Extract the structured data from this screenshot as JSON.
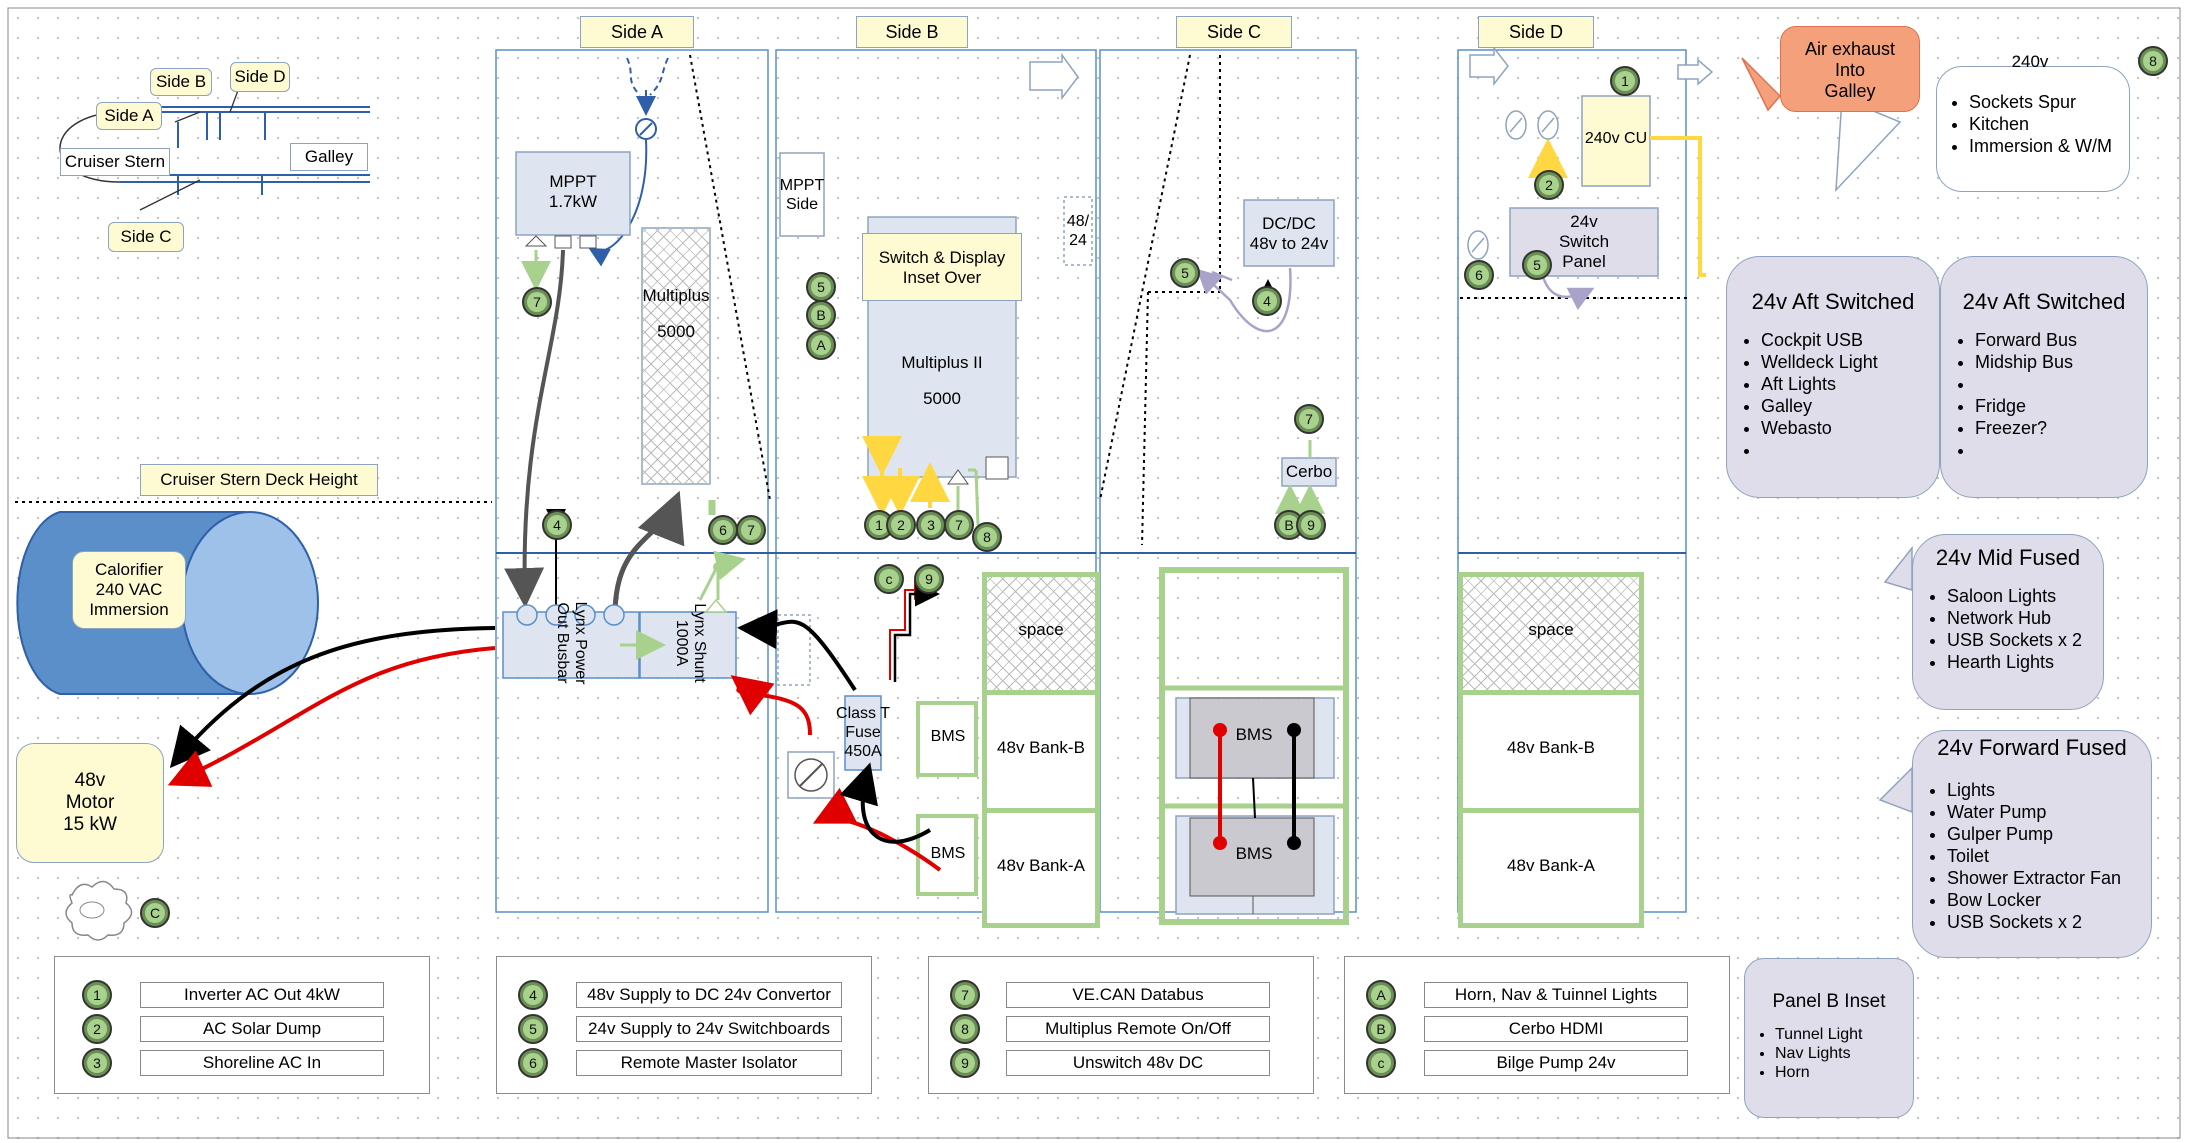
{
  "side_tabs": [
    "Side A",
    "Side B",
    "Side C",
    "Side D"
  ],
  "mini_map": {
    "labels": [
      "Side A",
      "Side B",
      "Side D",
      "Side C",
      "Cruiser Stern",
      "Galley"
    ]
  },
  "deck_height_label": "Cruiser Stern Deck Height",
  "calorifier": {
    "line1": "Calorifier",
    "line2": "240 VAC",
    "line3": "Immersion"
  },
  "motor": {
    "line1": "48v",
    "line2": "Motor",
    "line3": "15 kW"
  },
  "motor_badge": "C",
  "side_a": {
    "mppt": {
      "line1": "MPPT",
      "line2": "1.7kW"
    },
    "multiplus": {
      "line1": "Multiplus",
      "line2": "5000"
    },
    "lynx_power": "Lynx Power Out Busbar",
    "lynx_shunt": "Lynx Shunt 1000A",
    "badges": [
      "7",
      "4",
      "6",
      "7"
    ]
  },
  "side_b": {
    "mppt_side": {
      "line1": "MPPT",
      "line2": "Side"
    },
    "switch_display": {
      "line1": "Switch & Display",
      "line2": "Inset Over"
    },
    "multiplus2": {
      "line1": "Multiplus II",
      "line2": "5000"
    },
    "v48_24": {
      "line1": "48/",
      "line2": "24"
    },
    "left_badges": [
      "5",
      "B",
      "A"
    ],
    "bottom_badges": [
      "1",
      "2",
      "3",
      "7",
      "8"
    ],
    "bank_badges": [
      "c",
      "9"
    ],
    "class_t": {
      "line1": "Class T",
      "line2": "Fuse",
      "line3": "450A"
    },
    "bms": "BMS",
    "space": "space",
    "bank_b": "48v Bank-B",
    "bank_a": "48v Bank-A"
  },
  "side_c": {
    "dcdc": {
      "line1": "DC/DC",
      "line2": "48v to 24v"
    },
    "badges_top": [
      "5",
      "4"
    ],
    "cerbo": "Cerbo",
    "cerbo_badges": [
      "7",
      "B",
      "9"
    ],
    "bms": "BMS"
  },
  "side_d": {
    "cu": "240v CU",
    "switch_panel": {
      "line1": "24v",
      "line2": "Switch",
      "line3": "Panel"
    },
    "badges": [
      "1",
      "2",
      "6",
      "5"
    ],
    "space": "space",
    "bank_b": "48v Bank-B",
    "bank_a": "48v Bank-A"
  },
  "air_exhaust": {
    "line1": "Air exhaust",
    "line2": "Into",
    "line3": "Galley"
  },
  "spur_callout": {
    "title": "240v",
    "badge": "8",
    "items": [
      "Sockets Spur",
      "Kitchen",
      "Immersion & W/M"
    ]
  },
  "aft_switched_1": {
    "title": "24v Aft Switched",
    "items": [
      "Cockpit USB",
      "Welldeck Light",
      "Aft Lights",
      "Galley",
      "Webasto",
      ""
    ]
  },
  "aft_switched_2": {
    "title": "24v Aft Switched",
    "items": [
      "Forward Bus",
      "Midship Bus",
      "",
      "Fridge",
      "Freezer?",
      ""
    ]
  },
  "mid_fused": {
    "title": "24v Mid Fused",
    "items": [
      "Saloon Lights",
      "Network Hub",
      "USB Sockets x 2",
      "Hearth Lights"
    ]
  },
  "forward_fused": {
    "title": "24v Forward Fused",
    "items": [
      "Lights",
      "Water Pump",
      "Gulper Pump",
      "Toilet",
      "Shower Extractor Fan",
      "Bow Locker",
      "USB Sockets x 2"
    ]
  },
  "panel_b": {
    "title": "Panel B Inset",
    "items": [
      "Tunnel Light",
      "Nav Lights",
      "Horn"
    ]
  },
  "legend": [
    {
      "key": "1",
      "text": "Inverter AC Out 4kW"
    },
    {
      "key": "2",
      "text": "AC Solar Dump"
    },
    {
      "key": "3",
      "text": "Shoreline AC In"
    },
    {
      "key": "4",
      "text": "48v Supply to DC 24v Convertor"
    },
    {
      "key": "5",
      "text": "24v Supply to 24v Switchboards"
    },
    {
      "key": "6",
      "text": "Remote Master Isolator"
    },
    {
      "key": "7",
      "text": "VE.CAN Databus"
    },
    {
      "key": "8",
      "text": "Multiplus Remote On/Off"
    },
    {
      "key": "9",
      "text": "Unswitch 48v DC"
    },
    {
      "key": "A",
      "text": "Horn, Nav & Tuinnel Lights"
    },
    {
      "key": "B",
      "text": "Cerbo HDMI"
    },
    {
      "key": "c",
      "text": "Bilge Pump 24v"
    }
  ],
  "colors": {
    "dc_positive": "#e00000",
    "dc_negative": "#000000",
    "ac": "#ffd740",
    "canbus": "#a9d18e",
    "tank_blue": "#5b8fc9"
  }
}
